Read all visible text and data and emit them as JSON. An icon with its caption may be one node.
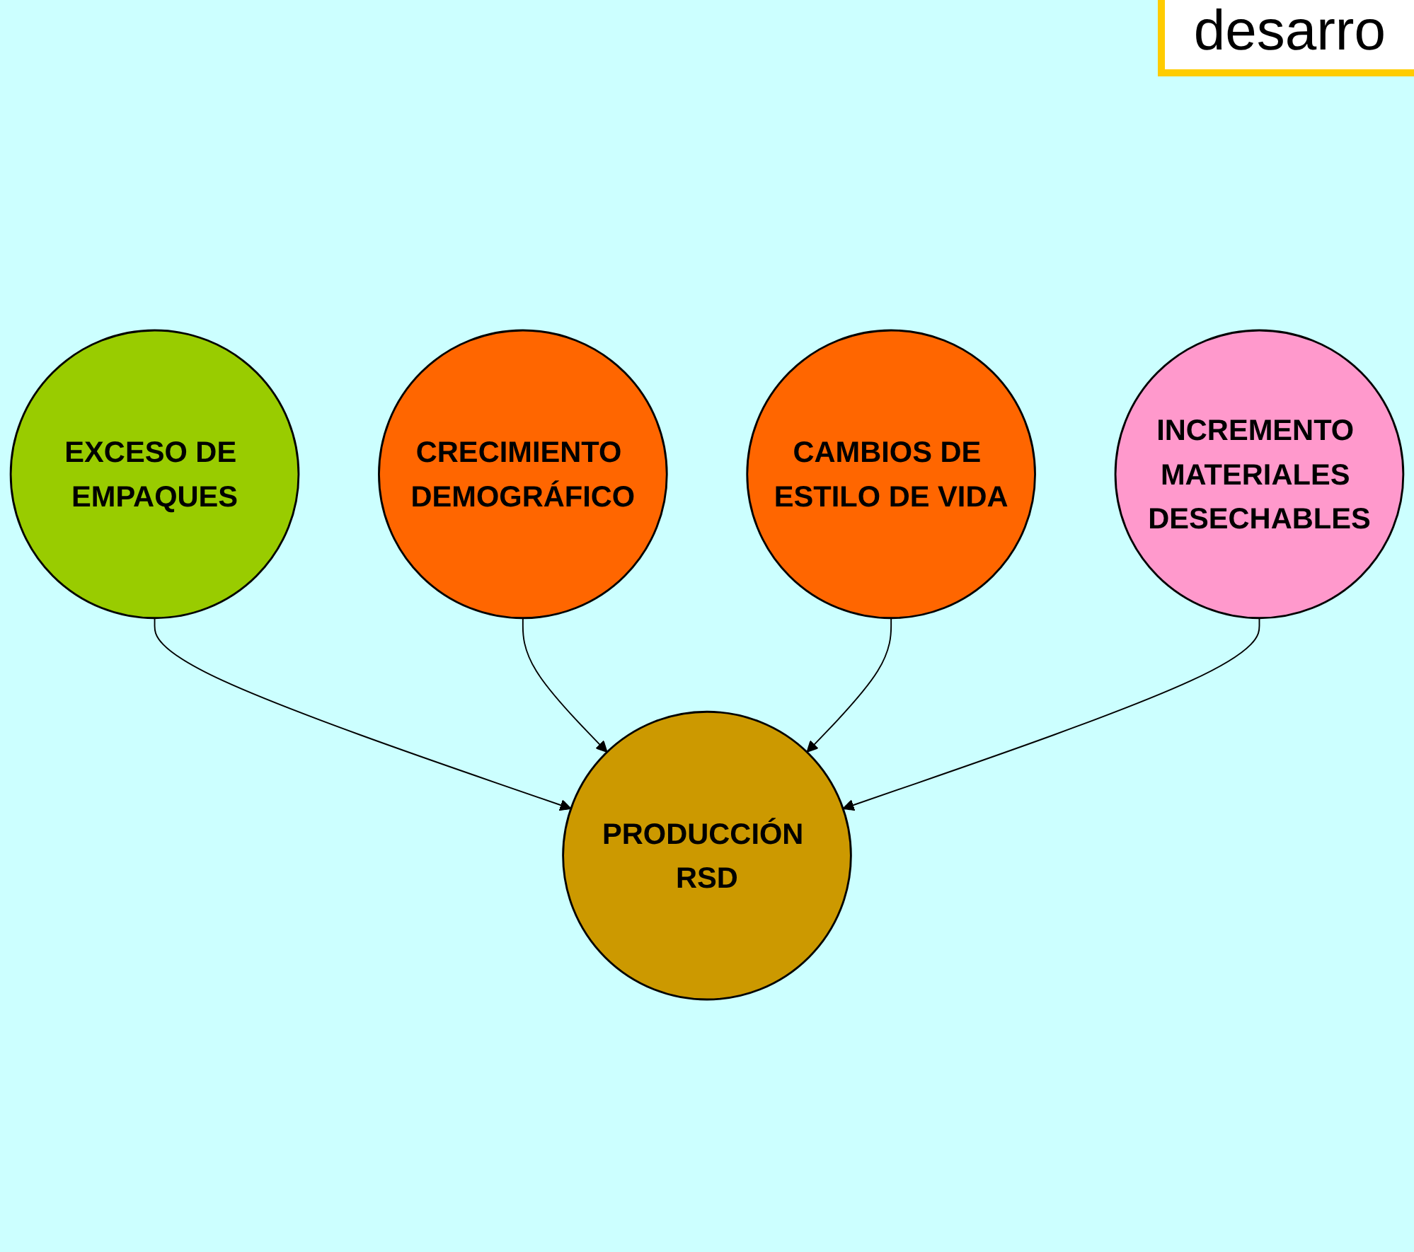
{
  "diagram": {
    "nodes": [
      {
        "text": [
          "EXCESO DE EMPAQUES"
        ]
      },
      {
        "text": [
          "CRECIMIENTO DEMOGRÁFICO"
        ]
      },
      {
        "text": [
          "PRODUCCIÓN RSD"
        ]
      },
      {
        "text": [
          "CAMBIOS DE ESTILO DE VIDA"
        ]
      },
      {
        "text": [
          "INCREMENTO MATERIALES DESECHABLES"
        ]
      }
    ],
    "edges": [
      {
        "from": 0,
        "to": 2,
        "arrow": "to"
      },
      {
        "from": 1,
        "to": 2,
        "arrow": "to"
      },
      {
        "from": 3,
        "to": 2,
        "arrow": "to"
      },
      {
        "from": 4,
        "to": 2,
        "arrow": "to"
      }
    ],
    "labels": [
      "desarro"
    ]
  }
}
